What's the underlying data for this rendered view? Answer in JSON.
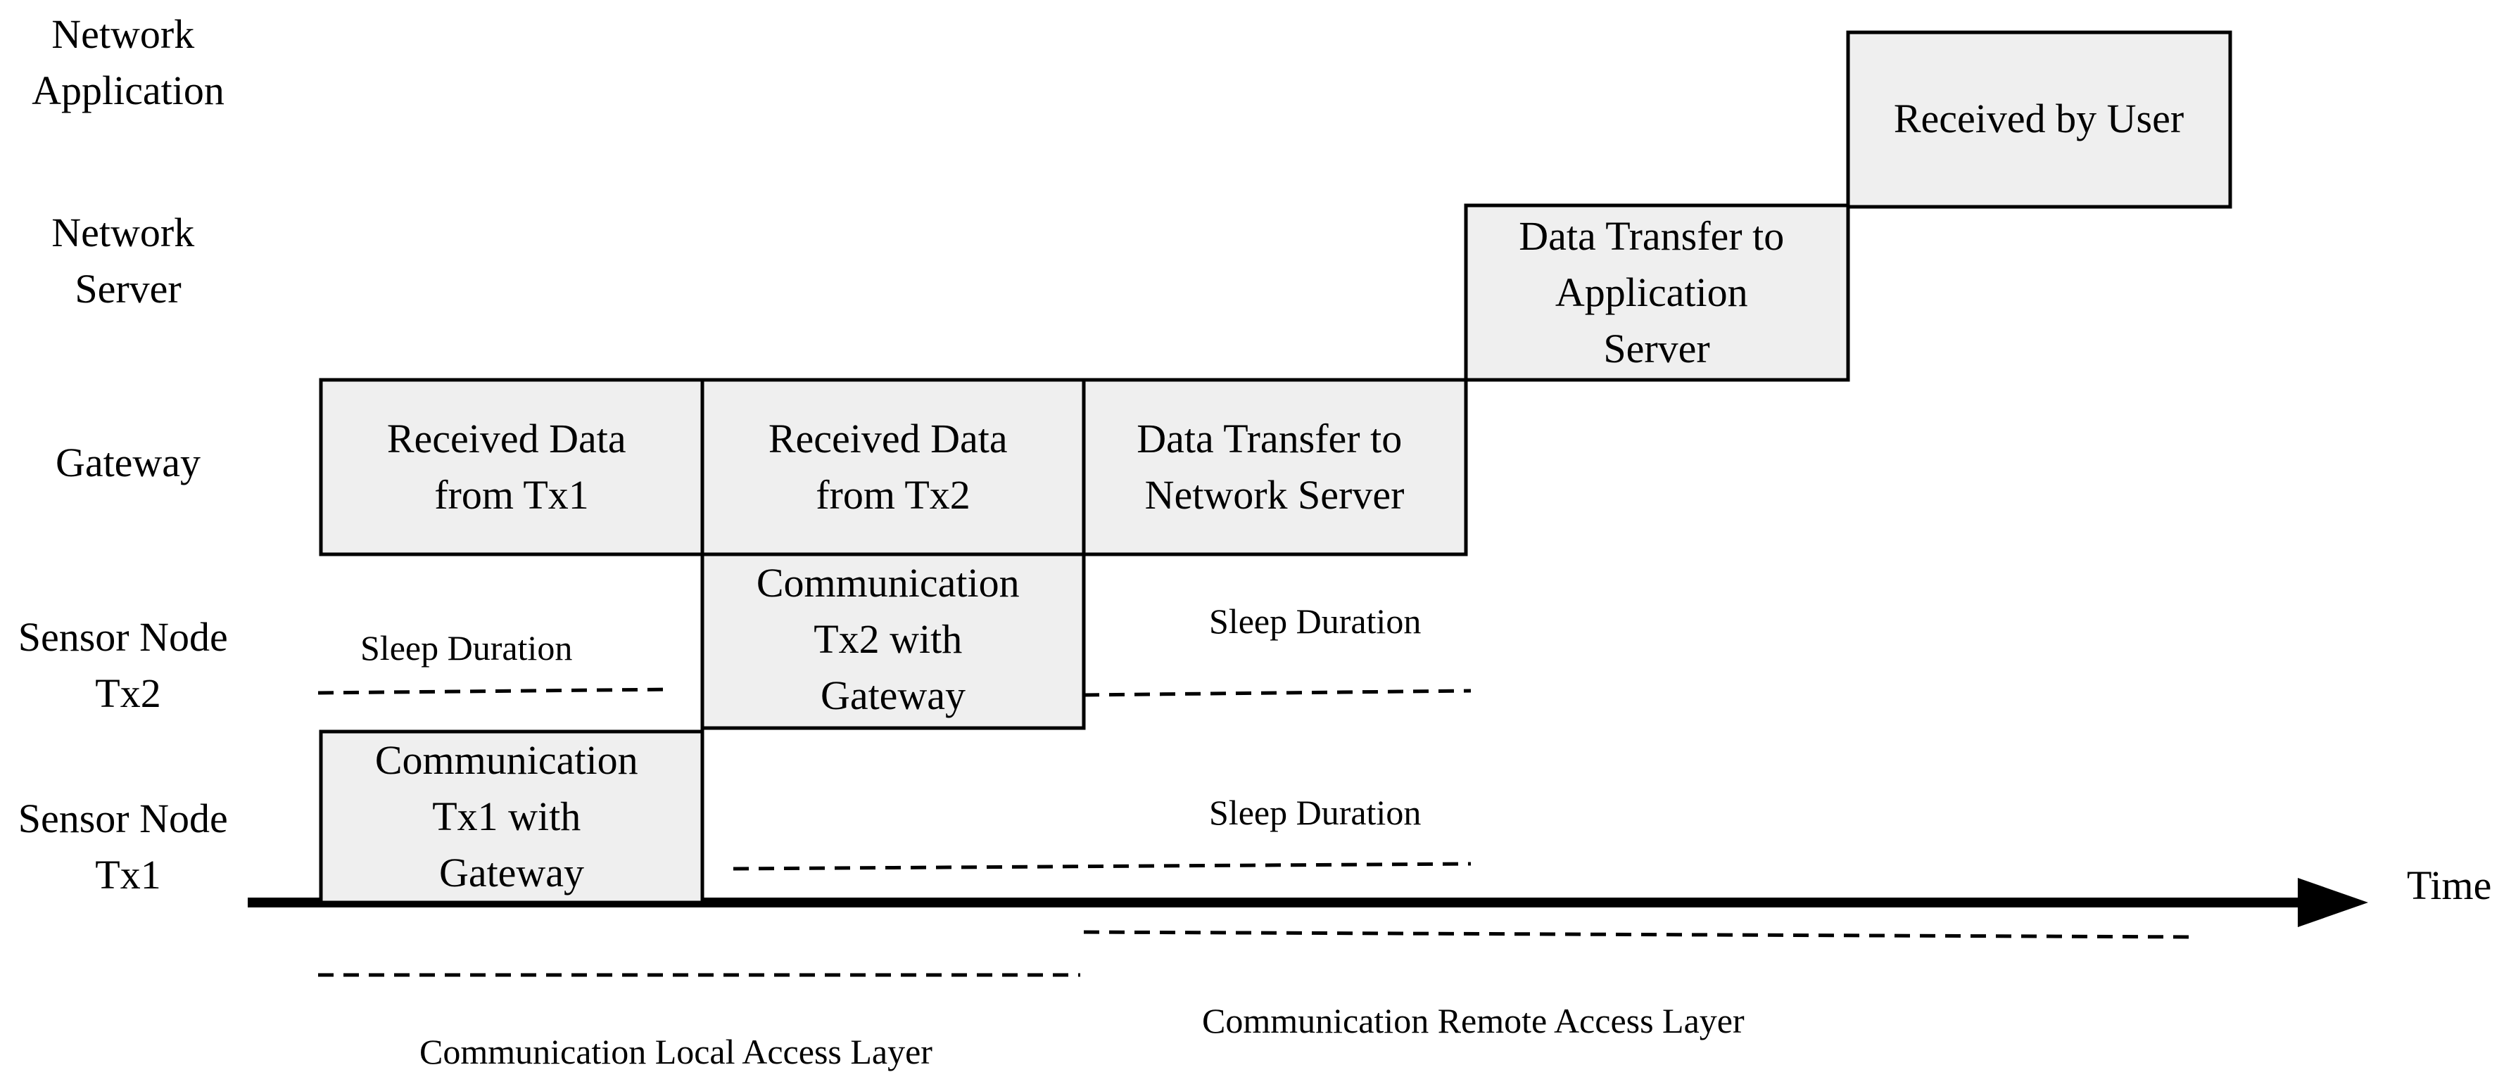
{
  "rows": [
    {
      "id": "app",
      "lines": [
        "Network",
        "Application"
      ]
    },
    {
      "id": "server",
      "lines": [
        "Network",
        "Server"
      ]
    },
    {
      "id": "gateway",
      "lines": [
        "Gateway"
      ]
    },
    {
      "id": "tx2",
      "lines": [
        "Sensor Node",
        "Tx2"
      ]
    },
    {
      "id": "tx1",
      "lines": [
        "Sensor Node",
        "Tx1"
      ]
    }
  ],
  "boxes": [
    {
      "id": "comm-tx1",
      "lines": [
        "Communication",
        "Tx1 with",
        "Gateway"
      ]
    },
    {
      "id": "recv-tx1",
      "lines": [
        "Received Data",
        "from Tx1"
      ]
    },
    {
      "id": "recv-tx2",
      "lines": [
        "Received Data",
        "from Tx2"
      ]
    },
    {
      "id": "comm-tx2",
      "lines": [
        "Communication",
        "Tx2 with",
        "Gateway"
      ]
    },
    {
      "id": "transfer-ns",
      "lines": [
        "Data Transfer to",
        "Network Server"
      ]
    },
    {
      "id": "transfer-as",
      "lines": [
        "Data Transfer to",
        "Application",
        "Server"
      ]
    },
    {
      "id": "received-user",
      "lines": [
        "Received by User"
      ]
    }
  ],
  "notes": {
    "sleep_tx2_left": "Sleep Duration",
    "sleep_tx2_right": "Sleep Duration",
    "sleep_tx1_right": "Sleep Duration",
    "local_layer": "Communication Local Access Layer",
    "remote_layer": "Communication Remote Access Layer"
  },
  "axis": {
    "label": "Time"
  }
}
